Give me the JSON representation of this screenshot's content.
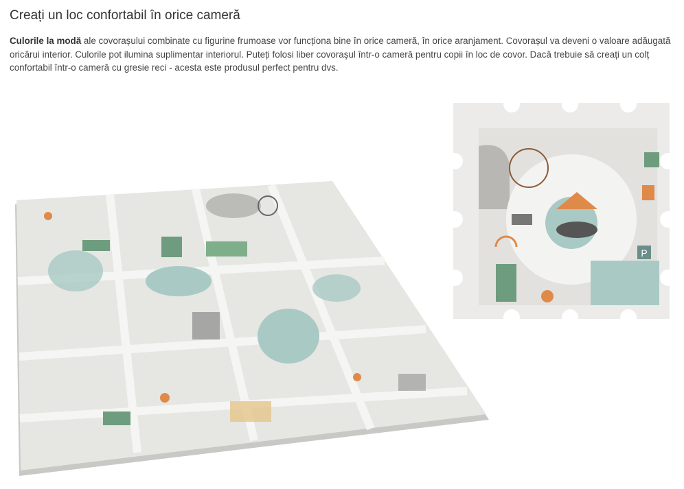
{
  "section": {
    "title": "Creați un loc confortabil în orice cameră",
    "intro_bold": "Culorile la modă",
    "intro_text": " ale covorașului combinate cu figurine frumoase vor funcționa bine în orice cameră, în orice aranjament. Covorașul va deveni o valoare adăugată oricărui interior. Culorile pot ilumina suplimentar interiorul. Puteți folosi liber covorașul într-o cameră pentru copii în loc de covor. Dacă trebuie să creați un colț confortabil într-o cameră cu gresie reci - acesta este produsul perfect pentru dvs."
  },
  "image": {
    "parking_sign": "P",
    "colors": {
      "mat": "#e6e6e3",
      "road": "#f4f4f2",
      "teal": "#a9c9c4",
      "edge": "#c8c8c5",
      "accent_orange": "#e08a4a"
    }
  }
}
